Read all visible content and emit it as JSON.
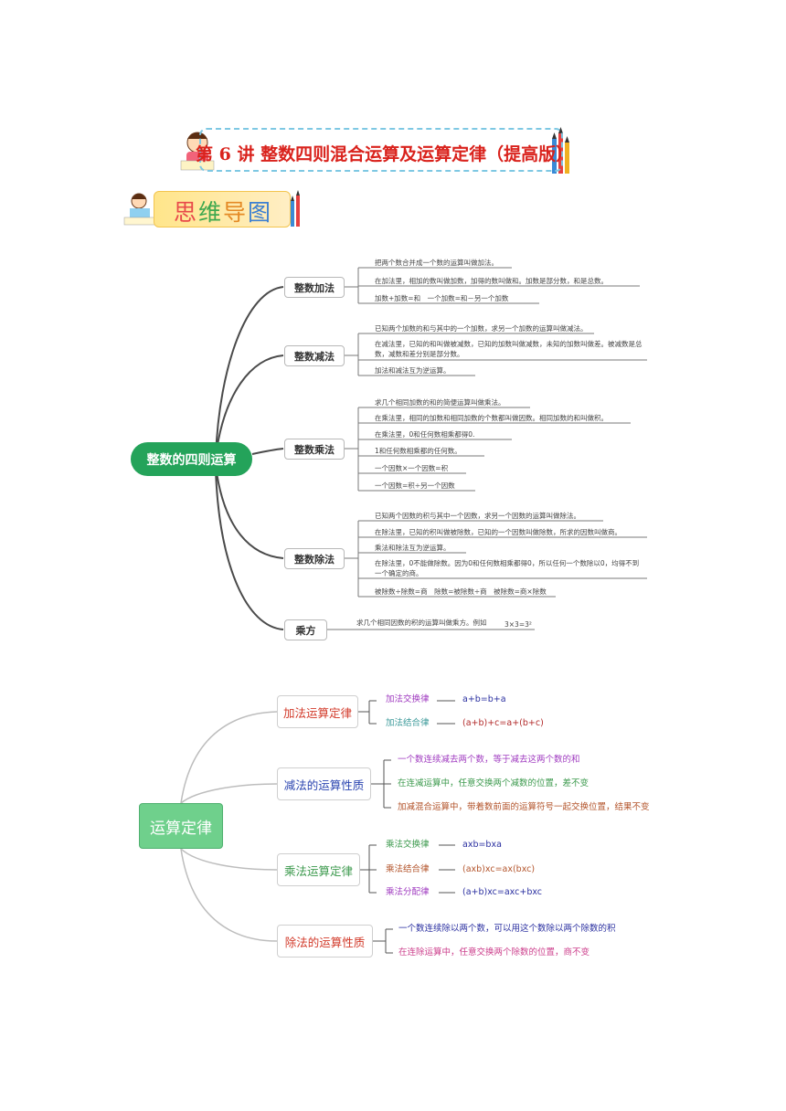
{
  "title": "第 6 讲 整数四则混合运算及运算定律（提高版）",
  "subtitle_chars": [
    "思",
    "维",
    "导",
    "图"
  ],
  "map1": {
    "root": "整数的四则运算",
    "branches": [
      {
        "label": "整数加法",
        "leaves": [
          "把两个数合并成一个数的运算叫做加法。",
          "在加法里，相加的数叫做加数，加得的数叫做和。加数是部分数，和是总数。",
          "加数+加数=和　一个加数=和－另一个加数"
        ]
      },
      {
        "label": "整数减法",
        "leaves": [
          "已知两个加数的和与其中的一个加数，求另一个加数的运算叫做减法。",
          "在减法里，已知的和叫做被减数，已知的加数叫做减数，未知的加数叫做差。被减数是总数，减数和差分别是部分数。",
          "加法和减法互为逆运算。"
        ]
      },
      {
        "label": "整数乘法",
        "leaves": [
          "求几个相同加数的和的简便运算叫做乘法。",
          "在乘法里，相同的加数和相同加数的个数都叫做因数。相同加数的和叫做积。",
          "在乘法里，0和任何数相乘都得0.",
          "1和任何数相乘都的任何数。",
          "一个因数×一个因数=积",
          "一个因数=积÷另一个因数"
        ]
      },
      {
        "label": "整数除法",
        "leaves": [
          "已知两个因数的积与其中一个因数，求另一个因数的运算叫做除法。",
          "在除法里，已知的积叫做被除数，已知的一个因数叫做除数，所求的因数叫做商。",
          "乘法和除法互为逆运算。",
          "在除法里，0不能做除数。因为0和任何数相乘都得0，所以任何一个数除以0，均得不到一个确定的商。",
          "被除数÷除数=商　除数=被除数÷商　被除数=商×除数"
        ]
      },
      {
        "label": "乘方",
        "leaves": [
          "求几个相同因数的积的运算叫做乘方。例如"
        ],
        "example": "3×3=3²"
      }
    ]
  },
  "map2": {
    "root": "运算定律",
    "branches": [
      {
        "label": "加法运算定律",
        "items": [
          {
            "name": "加法交换律",
            "formula": "a+b=b+a"
          },
          {
            "name": "加法结合律",
            "formula": "(a+b)+c=a+(b+c)"
          }
        ]
      },
      {
        "label": "减法的运算性质",
        "items": [
          {
            "text": "一个数连续减去两个数，等于减去这两个数的和"
          },
          {
            "text": "在连减运算中，任意交换两个减数的位置，差不变"
          },
          {
            "text": "加减混合运算中，带着数前面的运算符号一起交换位置，结果不变"
          }
        ]
      },
      {
        "label": "乘法运算定律",
        "items": [
          {
            "name": "乘法交换律",
            "formula": "axb=bxa"
          },
          {
            "name": "乘法结合律",
            "formula": "(axb)xc=ax(bxc)"
          },
          {
            "name": "乘法分配律",
            "formula": "(a+b)xc=axc+bxc"
          }
        ]
      },
      {
        "label": "除法的运算性质",
        "items": [
          {
            "text": "一个数连续除以两个数，可以用这个数除以两个除数的积"
          },
          {
            "text": "在连除运算中，任意交换两个除数的位置，商不变"
          }
        ]
      }
    ]
  },
  "colors": {
    "root1": "#24a35a",
    "root2": "#6fd08c",
    "title": "#d9221c",
    "branch_line": "#4a4a4a",
    "map2_line": "#bdbdbd"
  }
}
